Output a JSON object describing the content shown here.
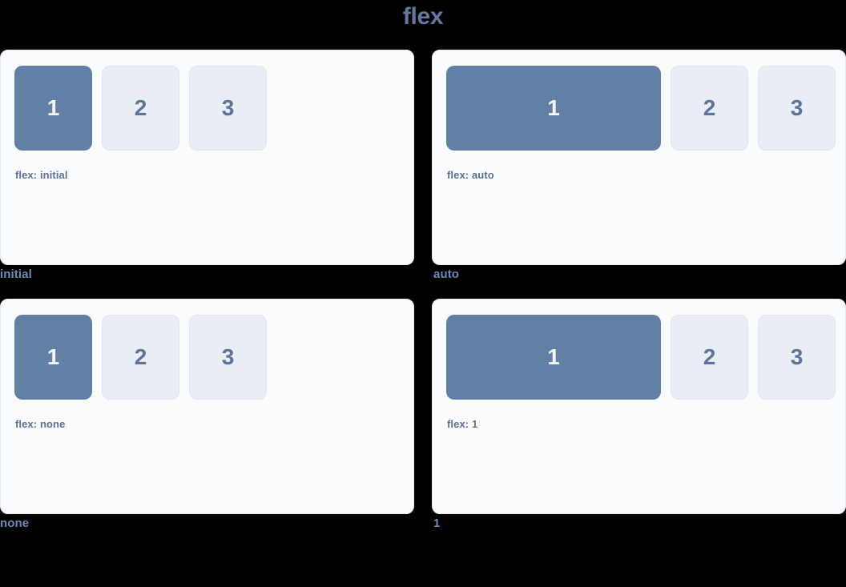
{
  "title": "flex",
  "colors": {
    "background": "#000000",
    "title_text": "#64799f",
    "panel_bg": "#fafbfd",
    "panel_border": "#e6eaf2",
    "box_primary_bg": "#6280a6",
    "box_primary_text": "#f2f5fa",
    "box_secondary_bg": "#e8edf6",
    "box_secondary_text": "#5d7399",
    "caption_text": "#5d7095",
    "cell_label_text": "#6e8bb8"
  },
  "panels": [
    {
      "value": "initial",
      "caption": "flex: initial",
      "label": "initial",
      "variant": "v-initial",
      "boxes": [
        {
          "text": "1",
          "kind": "primary"
        },
        {
          "text": "2",
          "kind": "secondary"
        },
        {
          "text": "3",
          "kind": "secondary"
        }
      ]
    },
    {
      "value": "auto",
      "caption": "flex: auto",
      "label": "auto",
      "variant": "v-auto",
      "boxes": [
        {
          "text": "1",
          "kind": "primary"
        },
        {
          "text": "2",
          "kind": "secondary"
        },
        {
          "text": "3",
          "kind": "secondary"
        }
      ]
    },
    {
      "value": "none",
      "caption": "flex: none",
      "label": "none",
      "variant": "v-none",
      "boxes": [
        {
          "text": "1",
          "kind": "primary"
        },
        {
          "text": "2",
          "kind": "secondary"
        },
        {
          "text": "3",
          "kind": "secondary"
        }
      ]
    },
    {
      "value": "1",
      "caption": "flex: 1",
      "label": "1",
      "variant": "v-one",
      "boxes": [
        {
          "text": "1",
          "kind": "primary"
        },
        {
          "text": "2",
          "kind": "secondary"
        },
        {
          "text": "3",
          "kind": "secondary"
        }
      ]
    }
  ]
}
